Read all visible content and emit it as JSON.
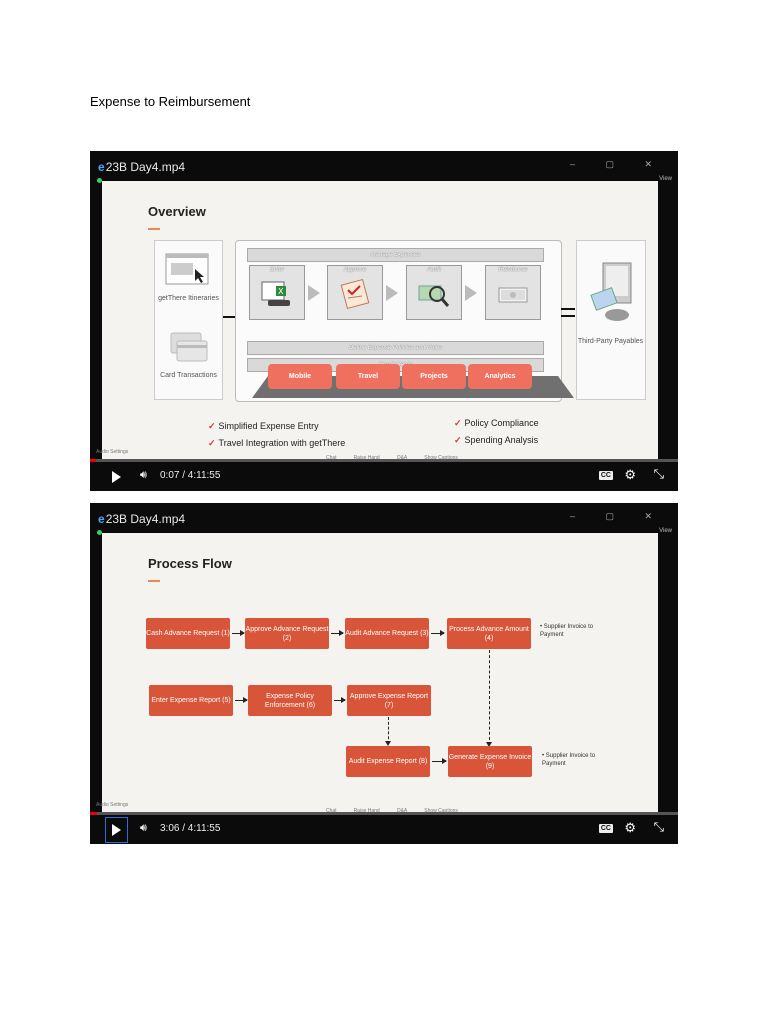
{
  "document": {
    "title": "Expense to Reimbursement"
  },
  "player1": {
    "title_badge": "e",
    "title": "23B Day4.mp4",
    "side_label": "View",
    "time": "0:07 / 4:11:55",
    "progress": 0.003,
    "slide": {
      "heading": "Overview",
      "left_items": [
        "getThere Itineraries",
        "Card Transactions"
      ],
      "right_item": "Third-Party Payables",
      "top_bar": "Manage Expenses",
      "steps": [
        "Enter",
        "Approve",
        "Audit",
        "Reimburse"
      ],
      "bar2": "Define Expense Policies and Rules",
      "bar3": "Credit Cards",
      "pills": [
        "Mobile",
        "Travel",
        "Projects",
        "Analytics"
      ],
      "checks_left": [
        "Simplified Expense Entry",
        "Travel Integration with getThere"
      ],
      "checks_right": [
        "Policy Compliance",
        "Spending Analysis"
      ]
    },
    "controls": {
      "cc": "CC",
      "audio_settings": "Audio Settings",
      "mid": [
        "Chat",
        "Raise Hand",
        "Q&A",
        "Show Captions"
      ]
    }
  },
  "player2": {
    "title_badge": "e",
    "title": "23B Day4.mp4",
    "side_label": "View",
    "time": "3:06 / 4:11:55",
    "progress": 0.012,
    "slide": {
      "heading": "Process Flow",
      "boxes": [
        "Cash Advance Request (1)",
        "Approve Advance Request (2)",
        "Audit Advance Request (3)",
        "Process Advance Amount (4)",
        "Enter Expense Report (5)",
        "Expense Policy Enforcement (6)",
        "Approve Expense Report (7)",
        "Audit Expense Report (8)",
        "Generate Expense Invoice (9)"
      ],
      "note1": "Supplier Invoice to Payment",
      "note2": "Supplier Invoice to Payment"
    },
    "controls": {
      "cc": "CC",
      "audio_settings": "Audio Settings",
      "mid": [
        "Chat",
        "Raise Hand",
        "Q&A",
        "Show Captions"
      ]
    }
  },
  "colors": {
    "accent": "#d9553a",
    "pill": "#f07060",
    "player_bg": "#0b0b0b"
  }
}
